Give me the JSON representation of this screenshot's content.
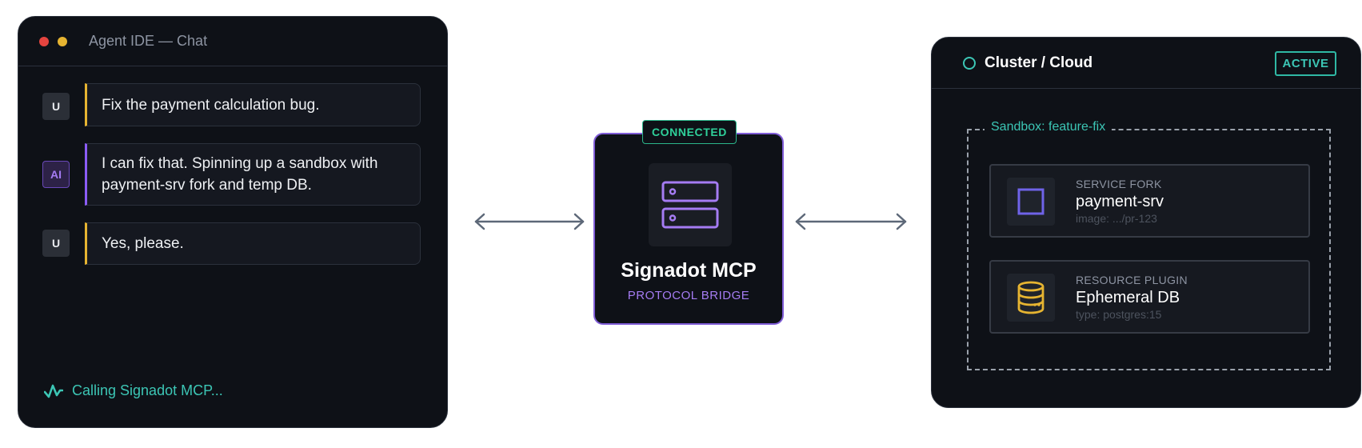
{
  "chat": {
    "title": "Agent IDE — Chat",
    "window_dots": [
      "#e5443f",
      "#e6b431"
    ],
    "messages": [
      {
        "role": "user",
        "avatar": "U",
        "text": "Fix the payment calculation bug."
      },
      {
        "role": "ai",
        "avatar": "AI",
        "text": "I can fix that. Spinning up a sandbox with payment-srv fork and temp DB."
      },
      {
        "role": "user",
        "avatar": "U",
        "text": "Yes, please."
      }
    ],
    "status": {
      "icon": "activity-pulse-icon",
      "text": "Calling Signadot MCP..."
    }
  },
  "connectors": [
    {
      "icon": "bidirectional-arrow-icon",
      "color": "#5d6878"
    },
    {
      "icon": "bidirectional-arrow-icon",
      "color": "#5d6878"
    }
  ],
  "mcp": {
    "badge": "CONNECTED",
    "icon": "server-icon",
    "title": "Signadot MCP",
    "subtitle": "PROTOCOL BRIDGE"
  },
  "cluster": {
    "title": "Cluster / Cloud",
    "badge": "ACTIVE",
    "sandbox": {
      "label": "Sandbox: feature-fix",
      "items": [
        {
          "kind": "SERVICE FORK",
          "name": "payment-srv",
          "meta": "image: .../pr-123",
          "icon": "square-icon"
        },
        {
          "kind": "RESOURCE PLUGIN",
          "name": "Ephemeral DB",
          "meta": "type: postgres:15",
          "icon": "database-icon"
        }
      ]
    }
  },
  "colors": {
    "panel_bg": "#0e1117",
    "accent_teal": "#3cc6b5",
    "accent_purple": "#8b5cf6",
    "accent_yellow": "#e6b431",
    "accent_green": "#2fd09a"
  }
}
